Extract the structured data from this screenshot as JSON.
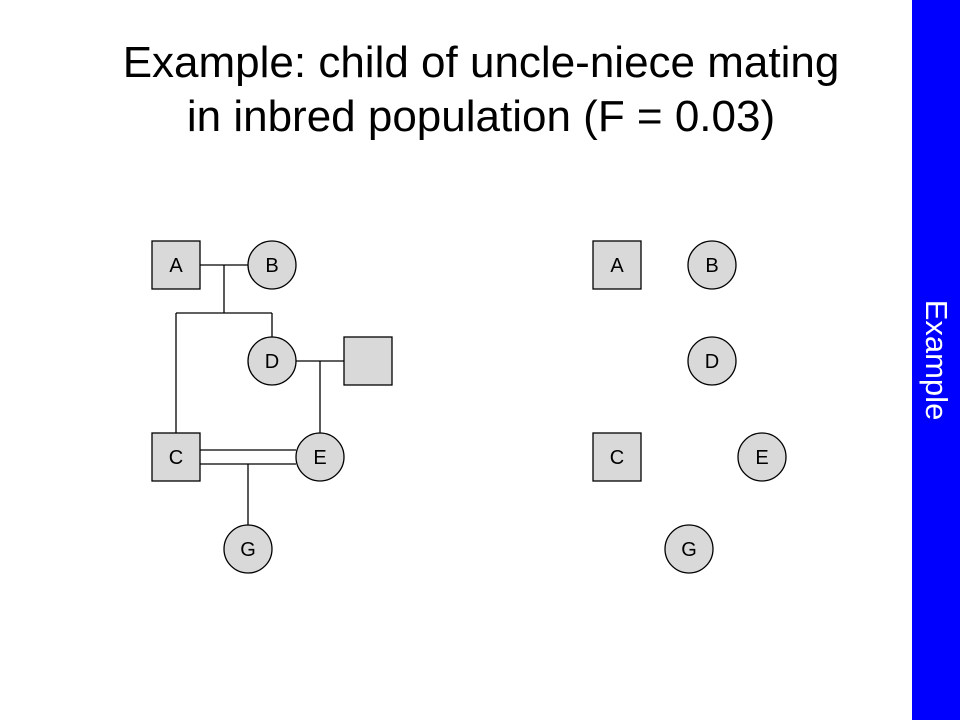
{
  "slide": {
    "title_line1": "Example:  child of uncle-niece mating",
    "title_line2": "in inbred population (F = 0.03)",
    "sidebar_label": "Example",
    "sidebar_color": "#0000ff"
  },
  "pedigree_left": {
    "nodes": [
      {
        "id": "A",
        "label": "A",
        "shape": "square"
      },
      {
        "id": "B",
        "label": "B",
        "shape": "circle"
      },
      {
        "id": "D",
        "label": "D",
        "shape": "circle"
      },
      {
        "id": "spouse",
        "label": "",
        "shape": "square"
      },
      {
        "id": "C",
        "label": "C",
        "shape": "square"
      },
      {
        "id": "E",
        "label": "E",
        "shape": "circle"
      },
      {
        "id": "G",
        "label": "G",
        "shape": "circle"
      }
    ],
    "relations": [
      {
        "type": "mating",
        "between": [
          "A",
          "B"
        ]
      },
      {
        "type": "children",
        "parents": [
          "A",
          "B"
        ],
        "children": [
          "C",
          "D"
        ]
      },
      {
        "type": "mating",
        "between": [
          "D",
          "spouse"
        ]
      },
      {
        "type": "children",
        "parents": [
          "D",
          "spouse"
        ],
        "children": [
          "E"
        ]
      },
      {
        "type": "consanguineous-mating",
        "between": [
          "C",
          "E"
        ]
      },
      {
        "type": "children",
        "parents": [
          "C",
          "E"
        ],
        "children": [
          "G"
        ]
      }
    ]
  },
  "pedigree_right": {
    "nodes": [
      {
        "id": "A",
        "label": "A",
        "shape": "square"
      },
      {
        "id": "B",
        "label": "B",
        "shape": "circle"
      },
      {
        "id": "D",
        "label": "D",
        "shape": "circle"
      },
      {
        "id": "C",
        "label": "C",
        "shape": "square"
      },
      {
        "id": "E",
        "label": "E",
        "shape": "circle"
      },
      {
        "id": "G",
        "label": "G",
        "shape": "circle"
      }
    ]
  },
  "colors": {
    "node_fill": "#d9d9d9",
    "line": "#000000"
  }
}
